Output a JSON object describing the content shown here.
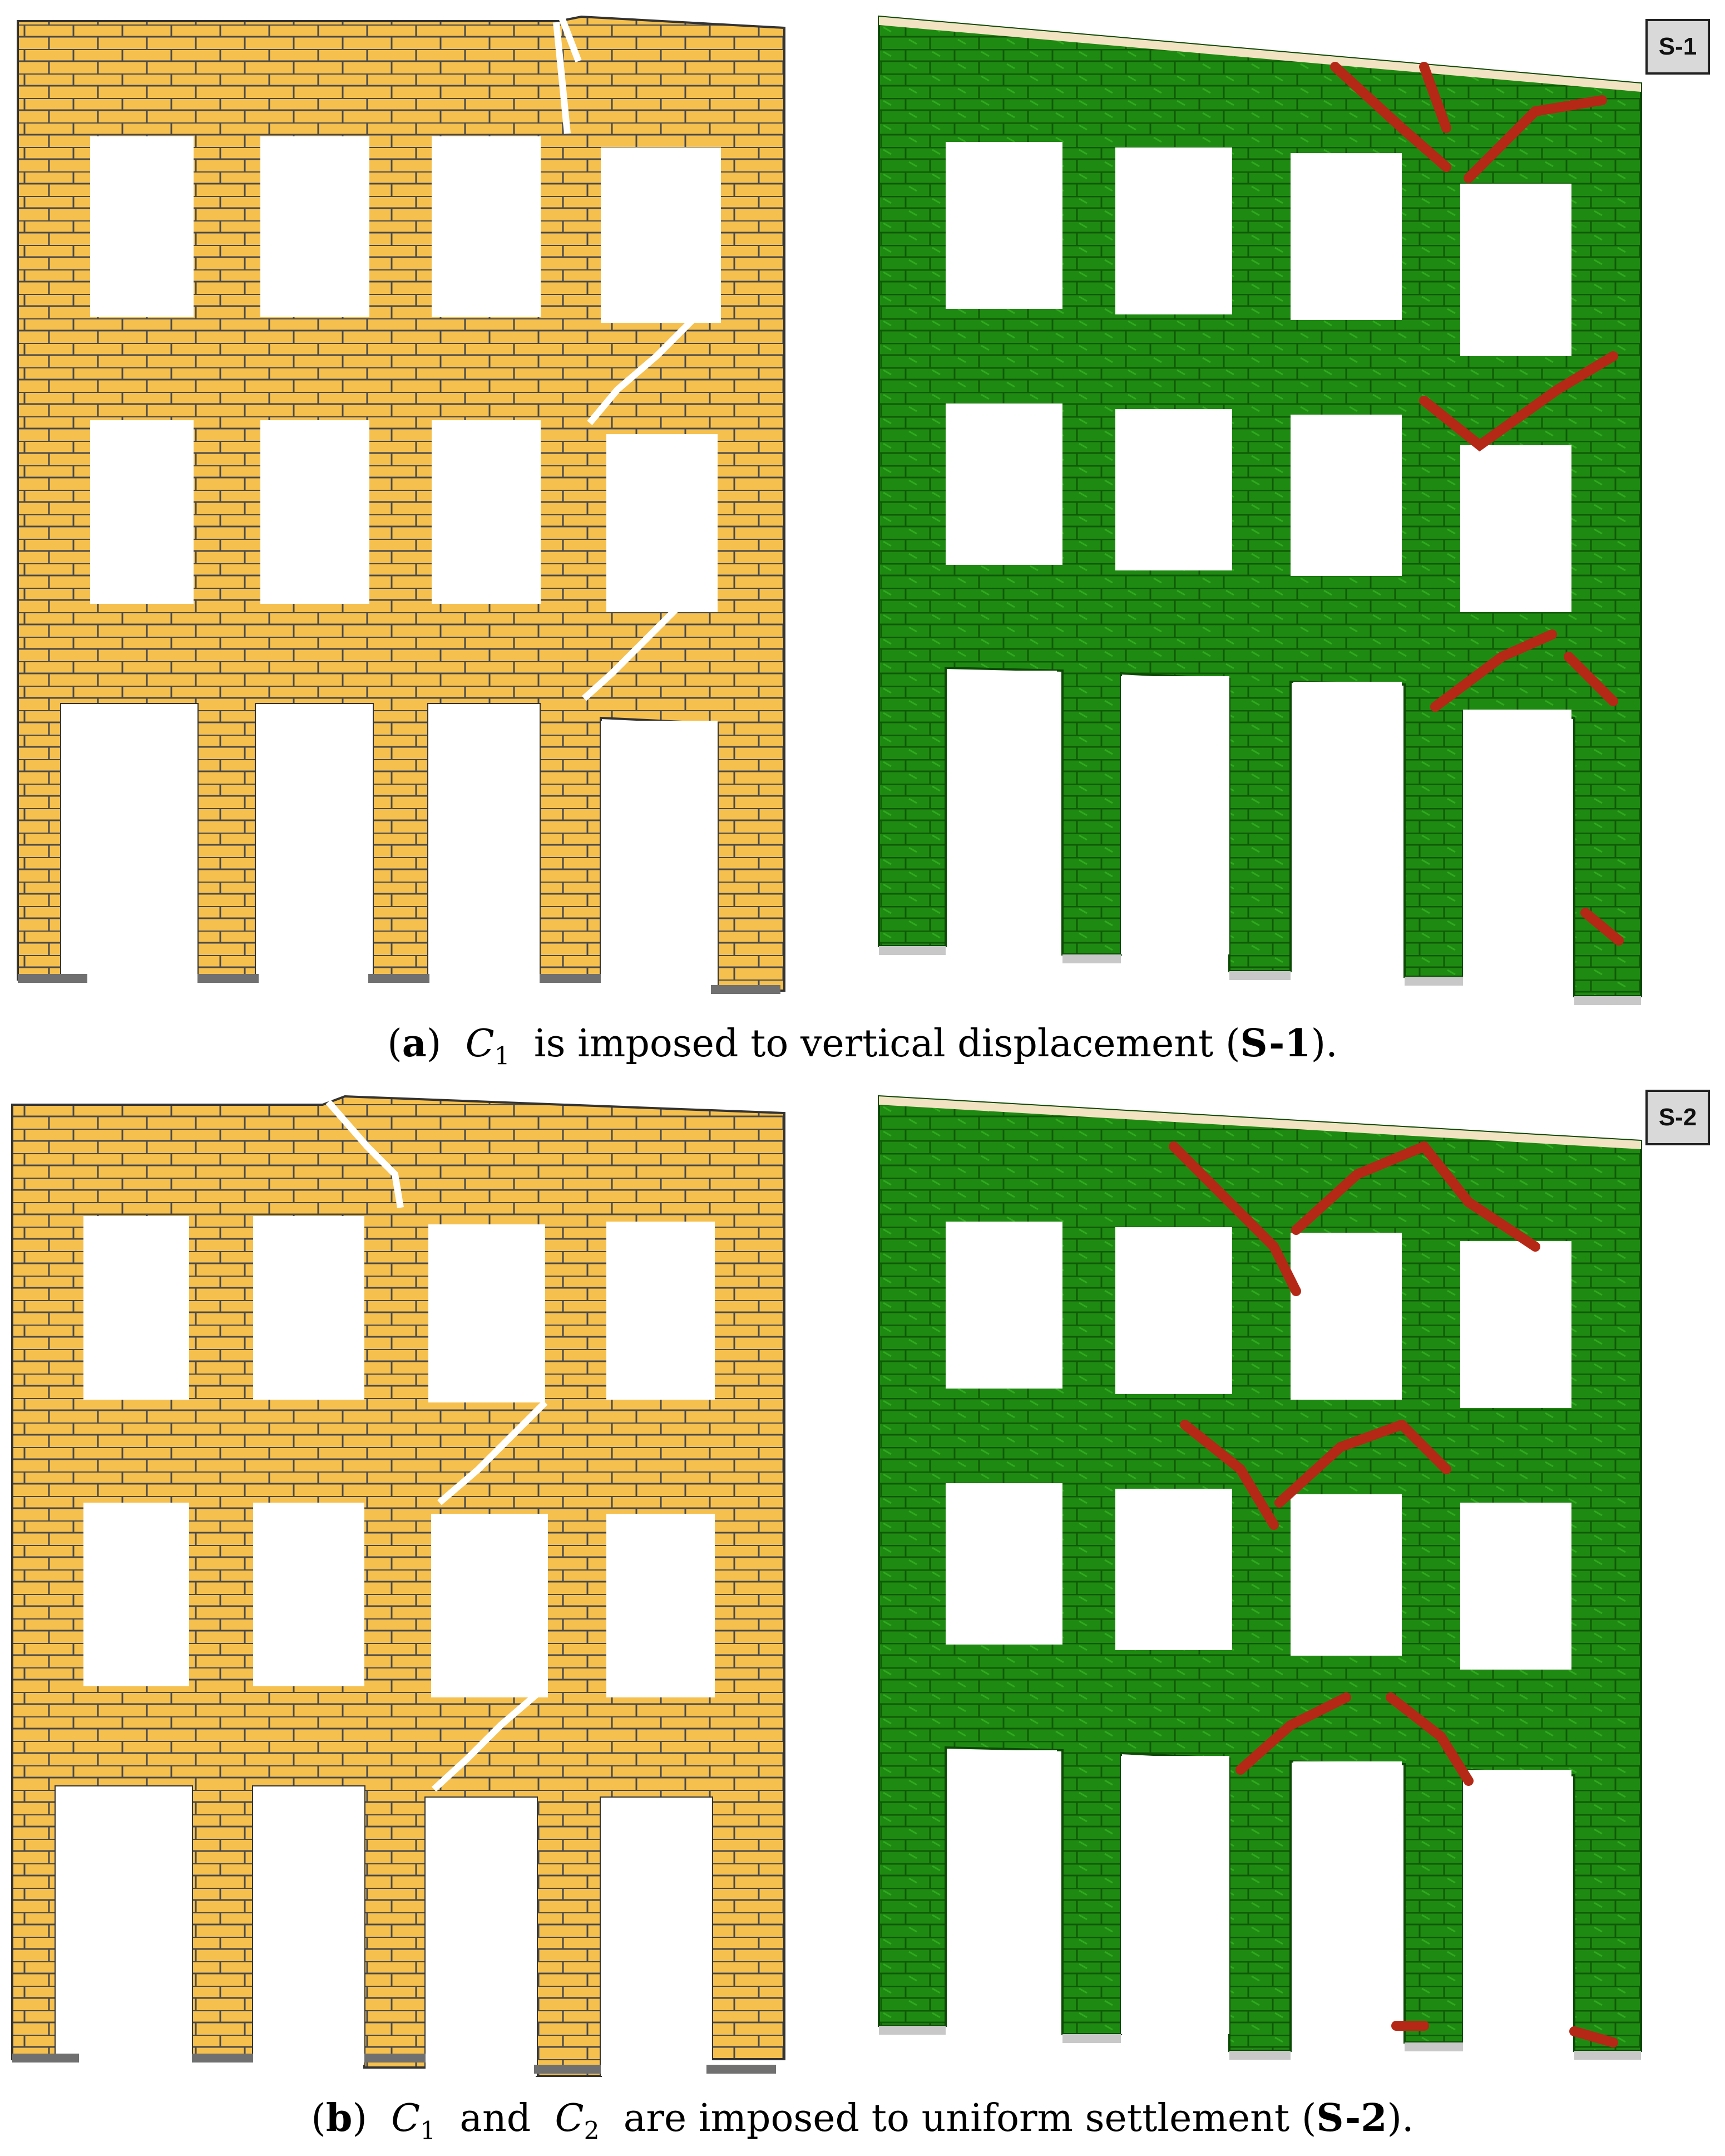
{
  "panels": [
    {
      "id": "a",
      "badge": "S-1",
      "caption": {
        "letter": "a",
        "var1_sym": "C",
        "var1_sub": "1",
        "text_main": "is imposed to vertical displacement (",
        "tag": "S-1",
        "text_end": ")."
      }
    },
    {
      "id": "b",
      "badge": "S-2",
      "caption": {
        "letter": "b",
        "var1_sym": "C",
        "var1_sub": "1",
        "conj": "and",
        "var2_sym": "C",
        "var2_sub": "2",
        "text_main": "are imposed to uniform settlement (",
        "tag": "S-2",
        "text_end": ")."
      }
    }
  ],
  "colors": {
    "brick": "#f6c04e",
    "mortar": "#4a4a4a",
    "support": "#707070",
    "model_green": "#1f8a12",
    "model_dark_green": "#126008",
    "damage_red": "#b62816",
    "top_face": "#f2e3c2",
    "support_light": "#c8c8c8"
  }
}
